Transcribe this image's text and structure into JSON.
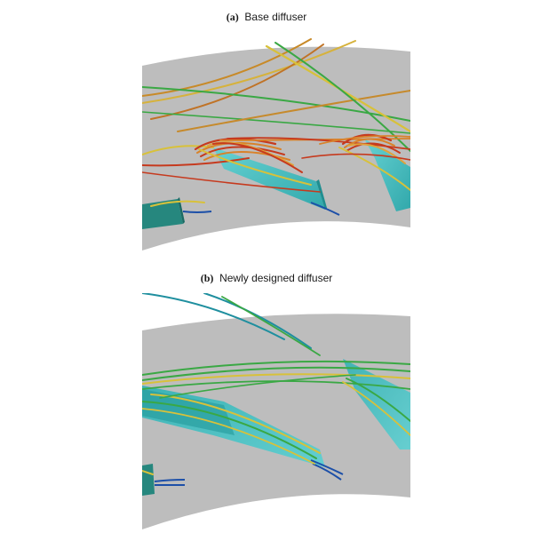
{
  "panels": [
    {
      "label": "(a)",
      "title": "Base diffuser"
    },
    {
      "label": "(b)",
      "title": "Newly designed diffuser"
    }
  ],
  "colors": {
    "background": "#ffffff",
    "passage": "#bdbdbd",
    "vane": "#3ec2c5",
    "vane_dark": "#1f8e90",
    "hub": "#2a8f86",
    "stream_green": "#3aa844",
    "stream_yellow": "#d8c13a",
    "stream_orange": "#d9822a",
    "stream_red": "#c63a1e",
    "stream_blue": "#1c4fa8"
  }
}
